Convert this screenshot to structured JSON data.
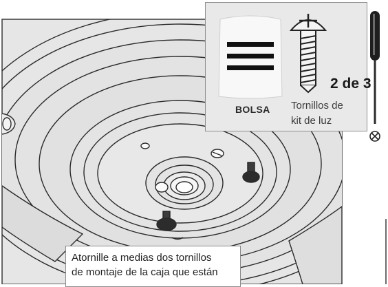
{
  "inset": {
    "bag_label": "BOLSA",
    "count_label": "2 de 3",
    "screw_label_lines": [
      "Tornillos de",
      "kit de luz"
    ]
  },
  "caption": {
    "lines": [
      "Atornille a medias dos tornillos",
      "de montaje de la caja que están"
    ]
  },
  "icons": [
    "screwdriver-icon",
    "phillips-head-icon",
    "screw-icon",
    "hardware-bag-icon"
  ]
}
